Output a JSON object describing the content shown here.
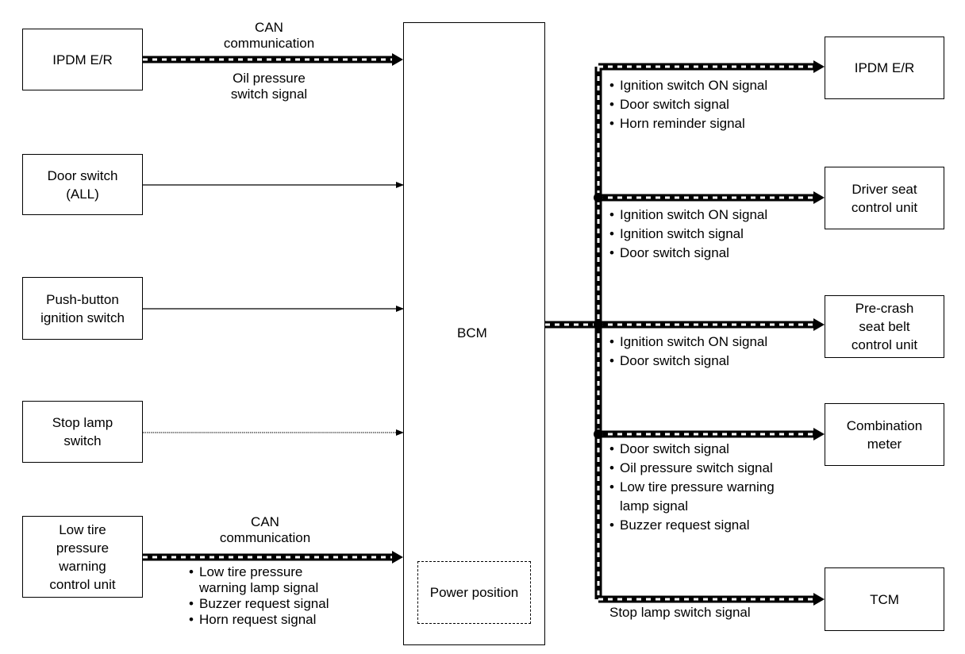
{
  "inputs": {
    "ipdm": "IPDM E/R",
    "door": "Door switch\n(ALL)",
    "push": "Push-button\nignition switch",
    "stop": "Stop lamp\nswitch",
    "tire": "Low tire\npressure\nwarning\ncontrol unit"
  },
  "bcm": {
    "label": "BCM",
    "power_position": "Power position"
  },
  "ipdm_link": {
    "above": "CAN\ncommunication",
    "below": "Oil pressure\nswitch signal"
  },
  "tire_link": {
    "above": "CAN\ncommunication",
    "signals": [
      "Low tire pressure\nwarning lamp signal",
      "Buzzer request signal",
      "Horn request signal"
    ]
  },
  "outputs": {
    "ipdm": {
      "name": "IPDM E/R",
      "signals": [
        "Ignition switch ON signal",
        "Door switch signal",
        "Horn reminder signal"
      ]
    },
    "driver_seat": {
      "name": "Driver seat\ncontrol unit",
      "signals": [
        "Ignition switch ON signal",
        "Ignition switch signal",
        "Door switch signal"
      ]
    },
    "precrash": {
      "name": "Pre-crash\nseat belt\ncontrol unit",
      "signals": [
        "Ignition switch ON signal",
        "Door switch signal"
      ]
    },
    "combo": {
      "name": "Combination\nmeter",
      "signals": [
        "Door switch signal",
        "Oil pressure switch signal",
        "Low tire pressure warning\nlamp signal",
        "Buzzer request signal"
      ]
    },
    "tcm": {
      "name": "TCM",
      "signal": "Stop lamp switch signal"
    }
  }
}
